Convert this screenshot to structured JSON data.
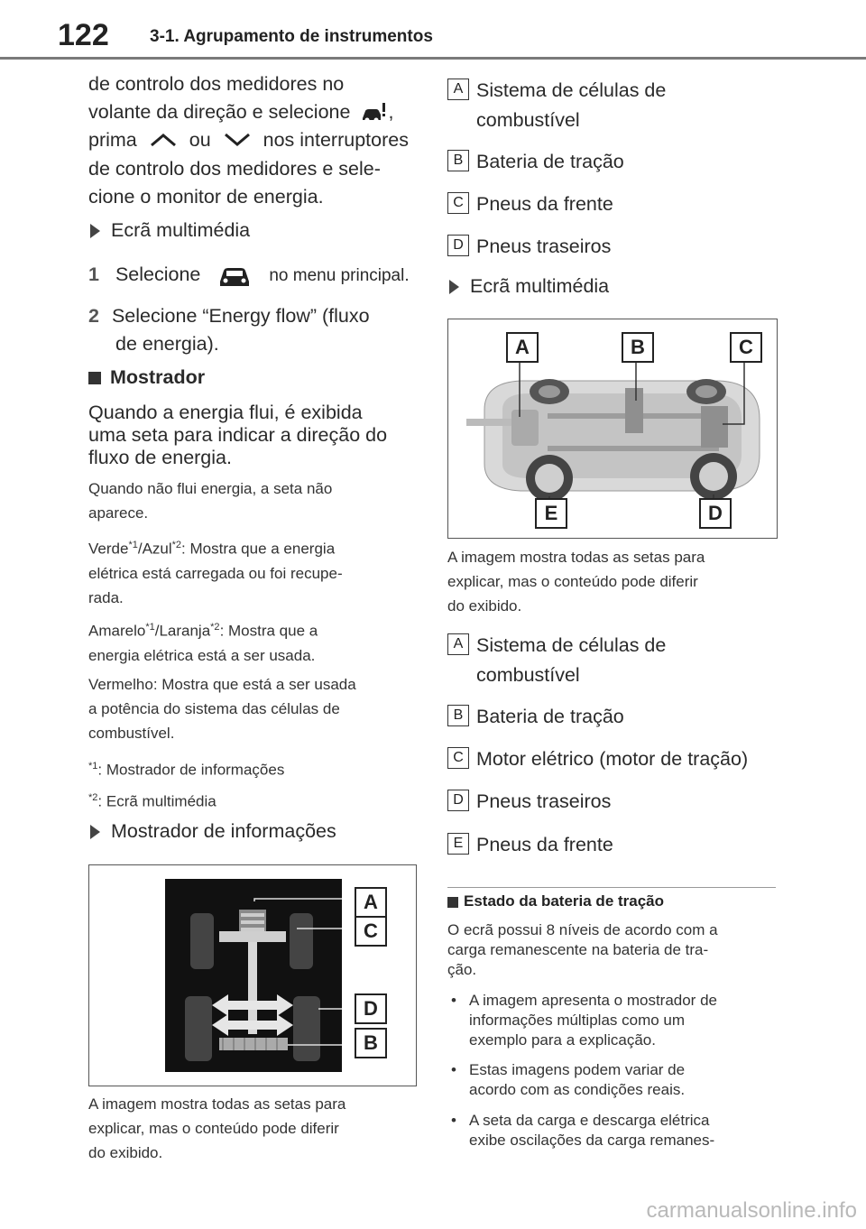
{
  "header": {
    "page_number": "122",
    "section_title": "3-1. Agrupamento de instrumentos"
  },
  "left": {
    "intro": {
      "line1": "de controlo dos medidores no",
      "line2a": "volante da direção e selecione",
      "line2b": ",",
      "line3a": "prima",
      "line3b": "ou",
      "line3c": "nos interruptores",
      "line4": "de controlo dos medidores e sele-",
      "line5": "cione o monitor de energia."
    },
    "ecra_heading": "Ecrã multimédia",
    "step1": {
      "num": "1",
      "a": "Selecione",
      "b": "no menu principal."
    },
    "step2": {
      "num": "2",
      "line1": "Selecione “Energy flow” (fluxo",
      "line2": "de energia)."
    },
    "mostrador_heading": "Mostrador",
    "mostrador_body": [
      "Quando a energia flui, é exibida",
      "uma seta para indicar a direção do",
      "fluxo de energia."
    ],
    "note1": [
      "Quando não flui energia, a seta não",
      "aparece."
    ],
    "note2": {
      "a": "Verde",
      "sup1": "*1",
      "b": "/Azul",
      "sup2": "*2",
      "c": ": Mostra que a energia",
      "line2": "elétrica está carregada ou foi recupe-",
      "line3": "rada."
    },
    "note3": {
      "a": "Amarelo",
      "sup1": "*1",
      "b": "/Laranja",
      "sup2": "*2",
      "c": ": Mostra que a",
      "line2": "energia elétrica está a ser usada."
    },
    "note4": [
      "Vermelho: Mostra que está a ser usada",
      "a potência do sistema das células de",
      "combustível."
    ],
    "footnote1": {
      "sup": "*1",
      "text": ": Mostrador de informações"
    },
    "footnote2": {
      "sup": "*2",
      "text": ": Ecrã multimédia"
    },
    "info_heading": "Mostrador de informações",
    "fig_callouts": [
      "A",
      "C",
      "D",
      "B"
    ],
    "caption": [
      "A imagem mostra todas as setas para",
      "explicar, mas o conteúdo pode diferir",
      "do exibido."
    ]
  },
  "right": {
    "legend1": [
      {
        "key": "A",
        "lines": [
          "Sistema de células de",
          "combustível"
        ]
      },
      {
        "key": "B",
        "lines": [
          "Bateria de tração"
        ]
      },
      {
        "key": "C",
        "lines": [
          "Pneus da frente"
        ]
      },
      {
        "key": "D",
        "lines": [
          "Pneus traseiros"
        ]
      }
    ],
    "ecra_heading": "Ecrã multimédia",
    "fig_callouts": [
      "A",
      "B",
      "C",
      "E",
      "D"
    ],
    "caption": [
      "A imagem mostra todas as setas para",
      "explicar, mas o conteúdo pode diferir",
      "do exibido."
    ],
    "legend2": [
      {
        "key": "A",
        "lines": [
          "Sistema de células de",
          "combustível"
        ]
      },
      {
        "key": "B",
        "lines": [
          "Bateria de tração"
        ]
      },
      {
        "key": "C",
        "lines": [
          "Motor elétrico (motor de tração)"
        ]
      },
      {
        "key": "D",
        "lines": [
          "Pneus traseiros"
        ]
      },
      {
        "key": "E",
        "lines": [
          "Pneus da frente"
        ]
      }
    ],
    "estado_heading": "Estado da bateria de tração",
    "estado_body": [
      "O ecrã possui 8 níveis de acordo com a",
      "carga remanescente na bateria de tra-",
      "ção."
    ],
    "bullets": [
      {
        "dot": "•",
        "lines": [
          "A imagem apresenta o mostrador de",
          "informações múltiplas como um",
          "exemplo para a explicação."
        ]
      },
      {
        "dot": "•",
        "lines": [
          "Estas imagens podem variar de",
          "acordo com as condições reais."
        ]
      },
      {
        "dot": "•",
        "lines": [
          "A seta da carga e descarga elétrica",
          "exibe oscilações da carga remanes-"
        ]
      }
    ]
  },
  "watermark": "carmanualsonline.info"
}
